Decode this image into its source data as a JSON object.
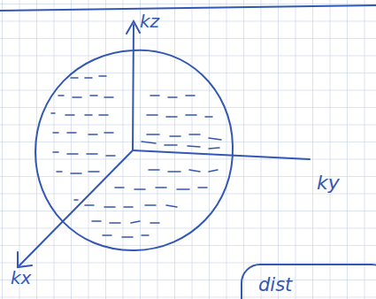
{
  "diagram": {
    "nodes": [
      {
        "text": [
          "dist"
        ]
      }
    ],
    "labels": [
      "kz",
      "ky",
      "kx"
    ]
  }
}
